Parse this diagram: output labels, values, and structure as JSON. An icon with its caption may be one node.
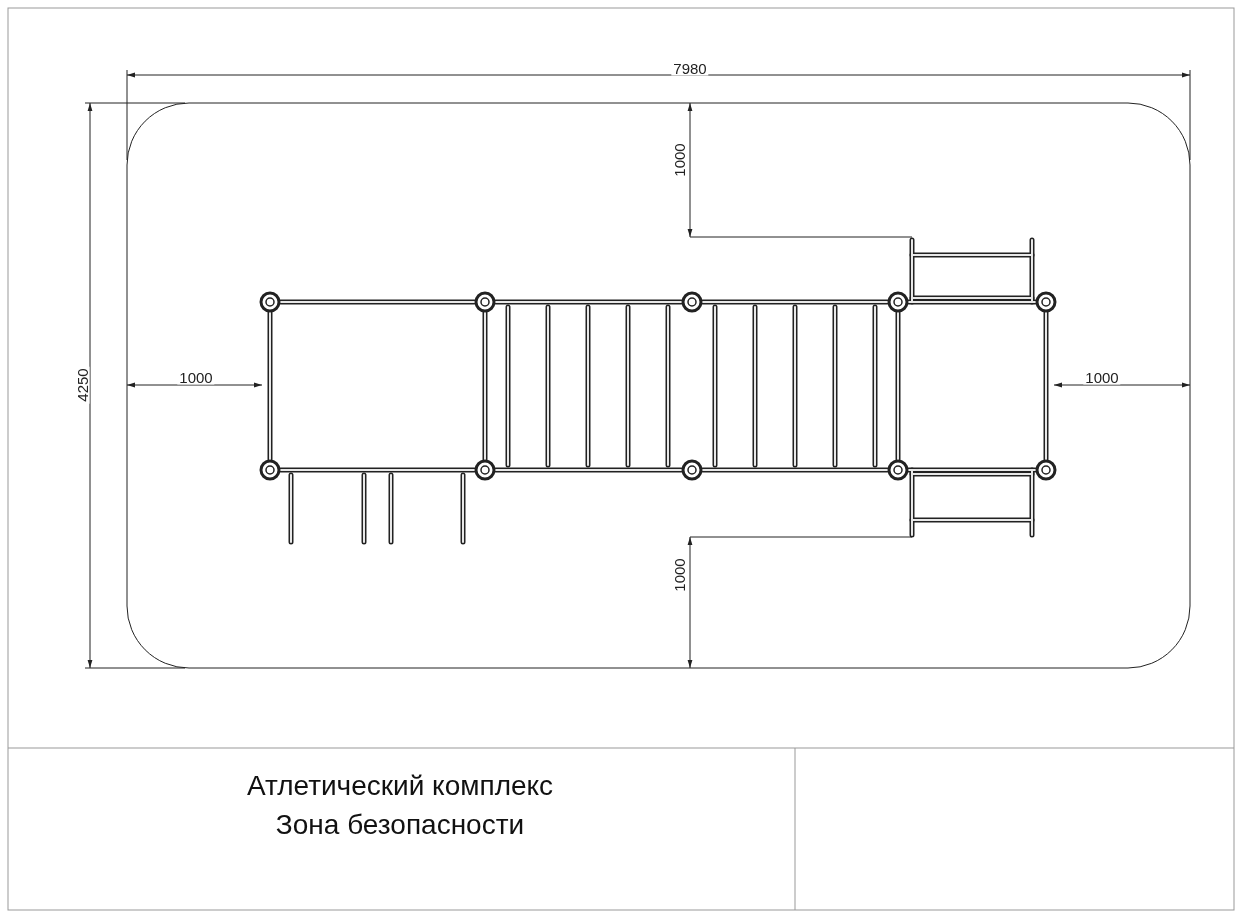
{
  "diagram": {
    "title": "Атлетический комплекс",
    "caption": "Зона безопасности",
    "labels": [
      "7980",
      "1000",
      "4250",
      "1000",
      "1000",
      "1000"
    ]
  }
}
